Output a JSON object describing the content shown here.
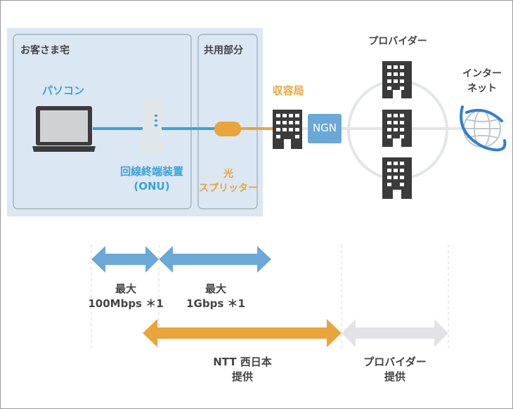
{
  "colors": {
    "user_blue": "#3aa3dc",
    "ntt_orange": "#e9a43a",
    "provider_gray": "#3b3b3b",
    "arrow_blue": "#6aa8d8",
    "arrow_orange": "#e9a43a",
    "arrow_gray": "#e1e3e5",
    "panel_bg": "#dbe7f3",
    "ngn_blue": "#6aa8d8",
    "dark_text": "#444444"
  },
  "zones": {
    "home": "お客さま宅",
    "shared": "共用部分"
  },
  "devices": {
    "pc": "パソコン",
    "onu_line1": "回線終端装置",
    "onu_line2": "(ONU)",
    "splitter_line1": "光",
    "splitter_line2": "スプリッター",
    "office": "収容局",
    "ngn": "NGN",
    "provider": "プロバイダー",
    "internet_line1": "インター",
    "internet_line2": "ネット"
  },
  "speeds": {
    "left_line1": "最大",
    "left_line2": "100Mbps ＊1",
    "right_line1": "最大",
    "right_line2": "1Gbps ＊1"
  },
  "providers": {
    "ntt_line1": "NTT 西日本",
    "ntt_line2": "提供",
    "isp_line1": "プロバイダー",
    "isp_line2": "提供"
  },
  "icons": [
    "laptop-icon",
    "onu-device-icon",
    "splitter-icon",
    "building-icon",
    "globe-icon"
  ]
}
